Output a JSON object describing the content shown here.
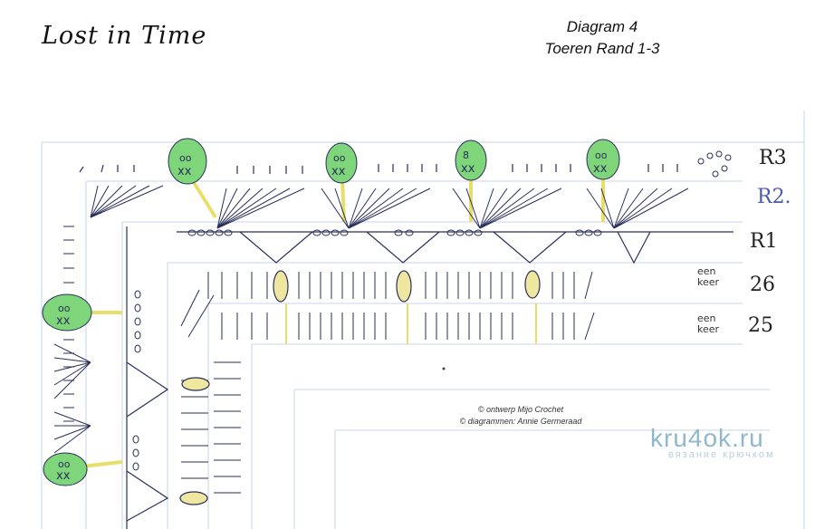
{
  "header": {
    "title": "Lost in Time",
    "diagram_label": "Diagram 4",
    "diagram_subtitle": "Toeren Rand 1-3"
  },
  "rows": {
    "r3": "R3",
    "r2": "R2.",
    "r1": "R1",
    "row26_note": "een keer",
    "row26": "26",
    "row25_note": "een keer",
    "row25": "25"
  },
  "credits": {
    "line1": "© ontwerp Mijo Crochet",
    "line2": "© diagrammen: Annie Germeraad"
  },
  "watermark": {
    "site": "kru4ok.ru",
    "tagline": "вязание крючком"
  },
  "colors": {
    "leaf_fill": "#7fd67a",
    "ink": "#2a2f5a",
    "grid": "#c9d3ea",
    "stem": "#e8df6a"
  }
}
